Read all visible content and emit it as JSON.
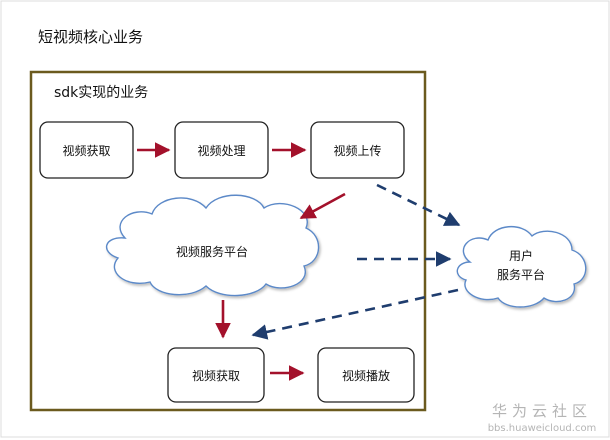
{
  "outer_title": "短视频核心业务",
  "sdk_title": "sdk实现的业务",
  "nodes": {
    "capture_top": "视频获取",
    "process": "视频处理",
    "upload": "视频上传",
    "service_platform": "视频服务平台",
    "user_platform_line1": "用户",
    "user_platform_line2": "服务平台",
    "capture_bottom": "视频获取",
    "playback": "视频播放"
  },
  "colors": {
    "sdk_border": "#6b5a1e",
    "arrow_solid": "#a3112b",
    "arrow_dashed": "#1f3d6e",
    "node_border": "#222222"
  },
  "watermark": {
    "brand": "华为云社区",
    "url": "bbs.huaweicloud.com"
  }
}
